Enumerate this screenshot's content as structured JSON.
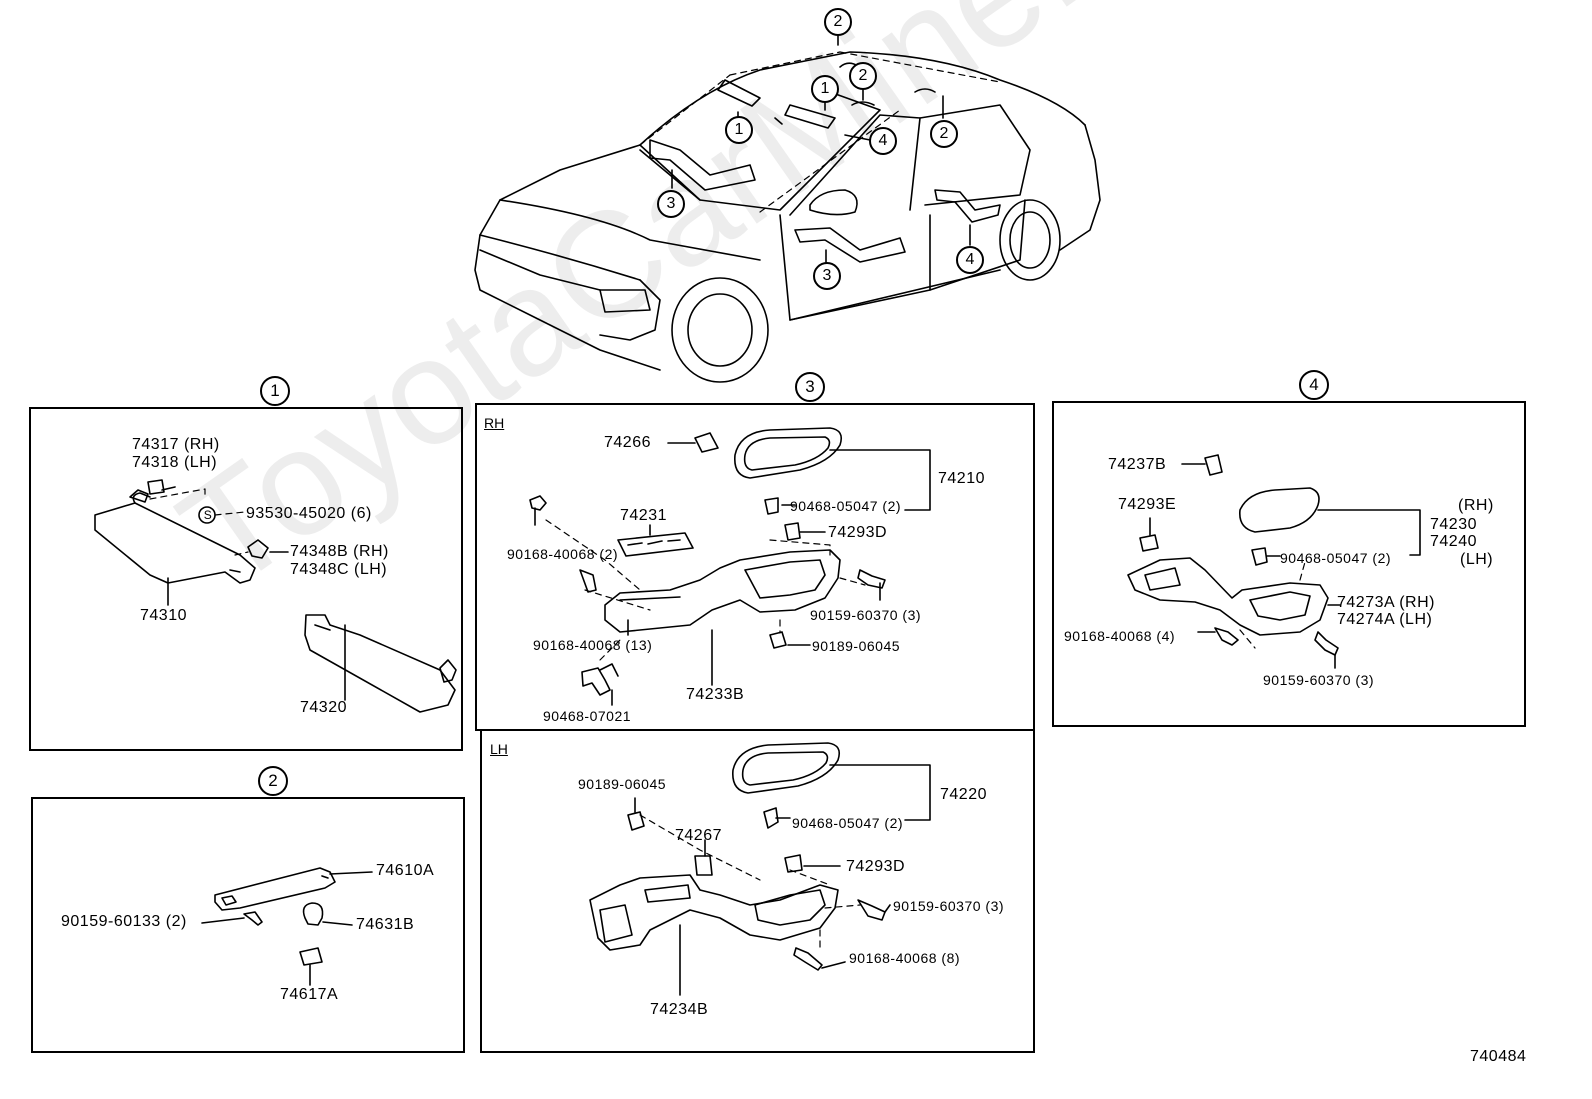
{
  "watermark": "ToyotaCarMine.ru",
  "overview": {
    "callouts": [
      "2",
      "1",
      "2",
      "1",
      "4",
      "2",
      "3",
      "3",
      "4"
    ]
  },
  "section1": {
    "title": "1",
    "parts": {
      "p74317": "74317 (RH)",
      "p74318": "74318 (LH)",
      "p93530": "93530-45020 (6)",
      "s_mark": "S",
      "p74348b": "74348B (RH)",
      "p74348c": "74348C (LH)",
      "p74310": "74310",
      "p74320": "74320"
    }
  },
  "section2": {
    "title": "2",
    "parts": {
      "p74610a": "74610A",
      "p90159_60133": "90159-60133 (2)",
      "p74631b": "74631B",
      "p74617a": "74617A"
    }
  },
  "section3": {
    "title": "3",
    "rh": {
      "label": "RH",
      "parts": {
        "p74266": "74266",
        "p74210": "74210",
        "p90468_05047": "90468-05047 (2)",
        "p74231": "74231",
        "p74293d": "74293D",
        "p90168_40068_2": "90168-40068 (2)",
        "p90159_60370": "90159-60370 (3)",
        "p90168_40068_13": "90168-40068 (13)",
        "p90189_06045": "90189-06045",
        "p74233b": "74233B",
        "p90468_07021": "90468-07021"
      }
    },
    "lh": {
      "label": "LH",
      "parts": {
        "p90189_06045": "90189-06045",
        "p74220": "74220",
        "p90468_05047": "90468-05047 (2)",
        "p74267": "74267",
        "p74293d": "74293D",
        "p90159_60370": "90159-60370 (3)",
        "p90168_40068_8": "90168-40068 (8)",
        "p74234b": "74234B"
      }
    }
  },
  "section4": {
    "title": "4",
    "parts": {
      "p74237b": "74237B",
      "p74293e": "74293E",
      "rh": "(RH)",
      "p74230": "74230",
      "p74240": "74240",
      "lh": "(LH)",
      "p90468_05047": "90468-05047 (2)",
      "p74273a": "74273A (RH)",
      "p74274a": "74274A (LH)",
      "p90168_40068_4": "90168-40068 (4)",
      "p90159_60370": "90159-60370 (3)"
    }
  },
  "figure_id": "740484"
}
